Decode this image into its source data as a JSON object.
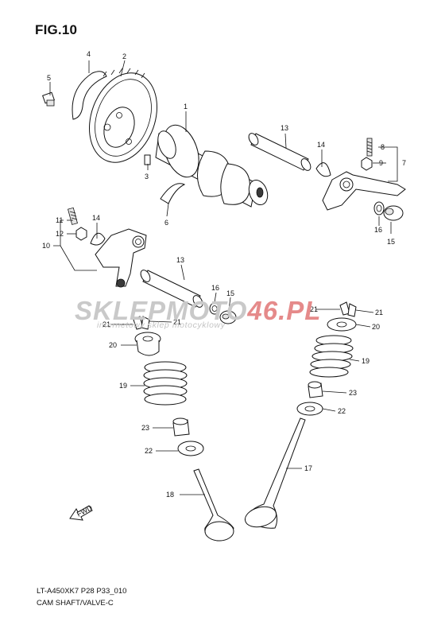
{
  "figure": {
    "title": "FIG.10",
    "code": "LT-A450XK7 P28 P33_010",
    "name": "CAM SHAFT/VALVE-C"
  },
  "watermark": {
    "main_part1": "SKLEPMOTO",
    "main_part2": "46.PL",
    "sub": "internetowy sklep motocyklowy"
  },
  "fwd_marker": "FWD",
  "callouts": {
    "c1": "1",
    "c2": "2",
    "c3": "3",
    "c4": "4",
    "c5": "5",
    "c6": "6",
    "c7": "7",
    "c8": "8",
    "c9": "9",
    "c10": "10",
    "c11": "11",
    "c12": "12",
    "c13a": "13",
    "c13b": "13",
    "c14a": "14",
    "c14b": "14",
    "c15a": "15",
    "c15b": "15",
    "c16a": "16",
    "c16b": "16",
    "c17": "17",
    "c18": "18",
    "c19a": "19",
    "c19b": "19",
    "c20a": "20",
    "c20b": "20",
    "c21a": "21",
    "c21b": "21",
    "c21c": "21",
    "c21d": "21",
    "c22a": "22",
    "c22b": "22",
    "c23a": "23",
    "c23b": "23"
  },
  "colors": {
    "line": "#111111",
    "watermark_grey": "#c9c9c9",
    "watermark_red": "#e58a8a"
  }
}
